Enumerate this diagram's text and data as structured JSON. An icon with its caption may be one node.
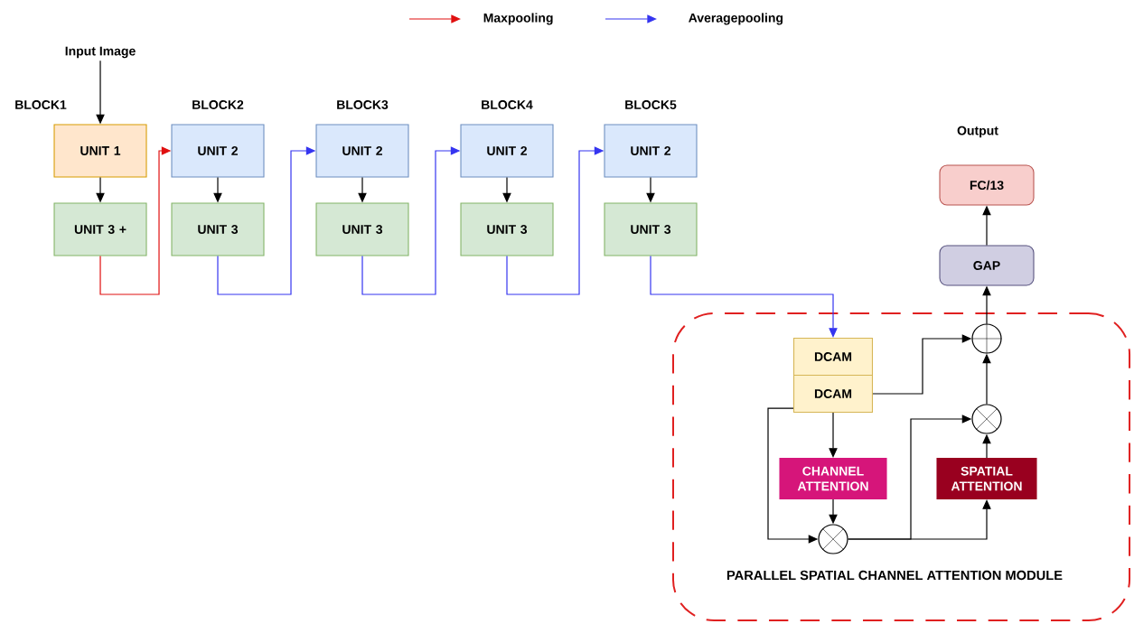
{
  "diagram": {
    "nodes": [
      {
        "text": [
          "Input Image"
        ]
      },
      {
        "text": [
          "UNIT 1"
        ],
        "beside": [
          "BLOCK1"
        ]
      },
      {
        "text": [
          "UNIT 3 +"
        ]
      },
      {
        "text": [
          "UNIT 2"
        ],
        "beside": [
          "BLOCK2"
        ]
      },
      {
        "text": [
          "UNIT 3"
        ]
      },
      {
        "text": [
          "UNIT 2"
        ],
        "beside": [
          "BLOCK3"
        ]
      },
      {
        "text": [
          "UNIT 3"
        ]
      },
      {
        "text": [
          "UNIT 2"
        ],
        "beside": [
          "BLOCK4"
        ]
      },
      {
        "text": [
          "UNIT 3"
        ]
      },
      {
        "text": [
          "UNIT 2"
        ],
        "beside": [
          "BLOCK5"
        ]
      },
      {
        "text": [
          "UNIT 3"
        ]
      },
      {
        "text": [
          "PARALLEL SPATIAL CHANNEL ATTENTION MODULE"
        ]
      },
      {
        "text": [
          "DCAM"
        ],
        "in": 11
      },
      {
        "text": [
          "DCAM"
        ],
        "in": 11
      },
      {
        "text": [
          "CHANNEL ATTENTION"
        ],
        "in": 11
      },
      {
        "text": [],
        "shape": "circle",
        "in": 11
      },
      {
        "text": [
          "SPATIAL ATTENTION"
        ],
        "in": 11
      },
      {
        "text": [],
        "shape": "circle",
        "in": 11
      },
      {
        "text": [],
        "shape": "circle",
        "in": 11
      },
      {
        "text": [
          "GAP"
        ]
      },
      {
        "text": [
          "FC/13"
        ],
        "beside": [
          "Output"
        ]
      }
    ],
    "edges": [
      {
        "from": 0,
        "to": 1,
        "arrow": "to"
      },
      {
        "from": 1,
        "to": 2,
        "arrow": "to"
      },
      {
        "from": 2,
        "to": 3,
        "arrow": "to",
        "color": "#e01010"
      },
      {
        "from": 3,
        "to": 4,
        "arrow": "to"
      },
      {
        "from": 4,
        "to": 5,
        "arrow": "to",
        "color": "#3535f0"
      },
      {
        "from": 5,
        "to": 6,
        "arrow": "to"
      },
      {
        "from": 6,
        "to": 7,
        "arrow": "to",
        "color": "#3535f0"
      },
      {
        "from": 7,
        "to": 8,
        "arrow": "to"
      },
      {
        "from": 8,
        "to": 9,
        "arrow": "to",
        "color": "#3535f0"
      },
      {
        "from": 9,
        "to": 10,
        "arrow": "to"
      },
      {
        "from": 10,
        "to": 12,
        "arrow": "to",
        "color": "#3535f0"
      },
      {
        "from": 13,
        "to": 14,
        "arrow": "to"
      },
      {
        "from": 13,
        "to": 15,
        "arrow": "to"
      },
      {
        "from": 13,
        "to": 18,
        "arrow": "to"
      },
      {
        "from": 14,
        "to": 15,
        "arrow": "to"
      },
      {
        "from": 15,
        "to": 17,
        "arrow": "to"
      },
      {
        "from": 15,
        "to": 16,
        "arrow": "to"
      },
      {
        "from": 16,
        "to": 17,
        "arrow": "to"
      },
      {
        "from": 17,
        "to": 18,
        "arrow": "to"
      },
      {
        "from": 18,
        "to": 19,
        "arrow": "to"
      },
      {
        "from": 19,
        "to": 20,
        "arrow": "to"
      }
    ],
    "legend": [
      {
        "text": "Maxpooling"
      },
      {
        "text": "Averagepooling"
      }
    ]
  }
}
